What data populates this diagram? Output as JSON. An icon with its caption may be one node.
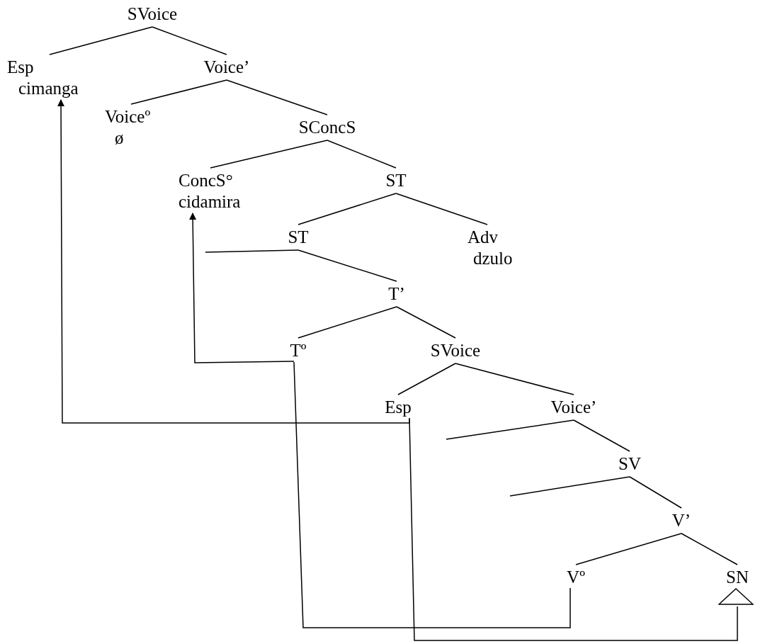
{
  "diagram": {
    "nodes": [
      {
        "text": [
          "SVoice"
        ]
      },
      {
        "text": [
          "Esp",
          "cimanga"
        ]
      },
      {
        "text": [
          "Voice’"
        ]
      },
      {
        "text": [
          "Voiceº",
          "ø"
        ]
      },
      {
        "text": [
          "SConcS"
        ]
      },
      {
        "text": [
          "ConcS°",
          "cidamira"
        ]
      },
      {
        "text": [
          "ST"
        ]
      },
      {
        "text": [
          "ST"
        ]
      },
      {
        "text": [
          "Adv",
          "dzulo"
        ]
      },
      {
        "text": [
          "T’"
        ]
      },
      {
        "text": [
          "Tº"
        ]
      },
      {
        "text": [
          "SVoice"
        ]
      },
      {
        "text": [
          "Esp"
        ]
      },
      {
        "text": [
          "Voice’"
        ]
      },
      {
        "text": [
          "SV"
        ]
      },
      {
        "text": [
          "V’"
        ]
      },
      {
        "text": [
          "Vº"
        ]
      },
      {
        "text": [
          "SN"
        ]
      }
    ],
    "edges": [
      {
        "from": 0,
        "to": 1,
        "arrow": "none"
      },
      {
        "from": 0,
        "to": 2,
        "arrow": "none"
      },
      {
        "from": 2,
        "to": 3,
        "arrow": "none"
      },
      {
        "from": 2,
        "to": 4,
        "arrow": "none"
      },
      {
        "from": 4,
        "to": 5,
        "arrow": "none"
      },
      {
        "from": 4,
        "to": 6,
        "arrow": "none"
      },
      {
        "from": 6,
        "to": 7,
        "arrow": "none"
      },
      {
        "from": 6,
        "to": 8,
        "arrow": "none"
      },
      {
        "from": 7,
        "to": null,
        "arrow": "none"
      },
      {
        "from": 7,
        "to": 9,
        "arrow": "none"
      },
      {
        "from": 9,
        "to": 10,
        "arrow": "none"
      },
      {
        "from": 9,
        "to": 11,
        "arrow": "none"
      },
      {
        "from": 11,
        "to": 12,
        "arrow": "none"
      },
      {
        "from": 11,
        "to": 13,
        "arrow": "none"
      },
      {
        "from": 13,
        "to": null,
        "arrow": "none"
      },
      {
        "from": 13,
        "to": 14,
        "arrow": "none"
      },
      {
        "from": 14,
        "to": null,
        "arrow": "none"
      },
      {
        "from": 14,
        "to": 15,
        "arrow": "none"
      },
      {
        "from": 15,
        "to": 16,
        "arrow": "none"
      },
      {
        "from": 15,
        "to": 17,
        "arrow": "none"
      },
      {
        "from": 16,
        "to": 10,
        "arrow": "none"
      },
      {
        "from": 10,
        "to": 5,
        "arrow": "to"
      },
      {
        "from": 17,
        "to": 12,
        "arrow": "none"
      },
      {
        "from": 12,
        "to": 1,
        "arrow": "to"
      }
    ]
  }
}
